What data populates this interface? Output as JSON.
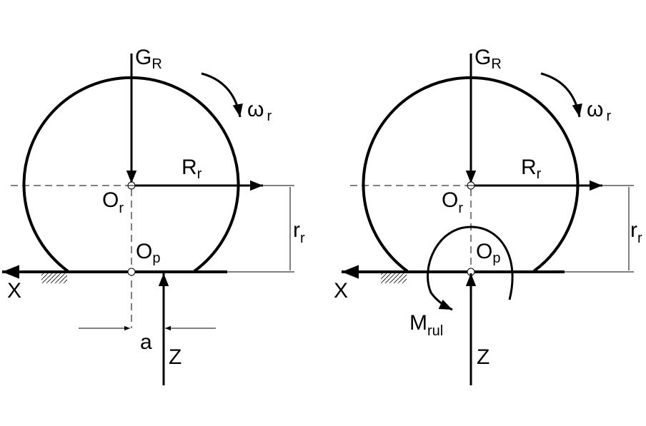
{
  "left_diagram": {
    "gravity": {
      "main": "G",
      "sub": "R"
    },
    "angular_velocity": {
      "main": "ω",
      "sub": "r"
    },
    "wheel_radius": {
      "main": "R",
      "sub": "r"
    },
    "center": {
      "main": "O",
      "sub": "r"
    },
    "contact_point": {
      "main": "O",
      "sub": "p"
    },
    "rolling_radius": {
      "main": "r",
      "sub": "r"
    },
    "x_axis": "X",
    "offset": "a",
    "normal_force": "Z"
  },
  "right_diagram": {
    "gravity": {
      "main": "G",
      "sub": "R"
    },
    "angular_velocity": {
      "main": "ω",
      "sub": "r"
    },
    "wheel_radius": {
      "main": "R",
      "sub": "r"
    },
    "center": {
      "main": "O",
      "sub": "r"
    },
    "contact_point": {
      "main": "O",
      "sub": "p"
    },
    "rolling_radius": {
      "main": "r",
      "sub": "r"
    },
    "x_axis": "X",
    "moment": {
      "main": "M",
      "sub": "rul"
    },
    "normal_force": "Z"
  }
}
